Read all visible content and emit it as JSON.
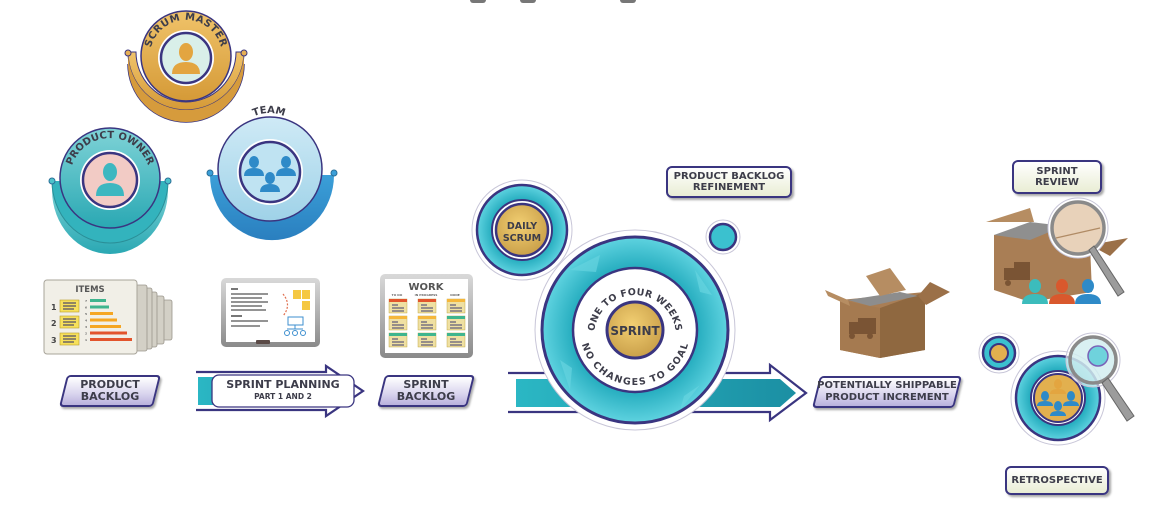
{
  "roles": {
    "scrum_master": "SCRUM MASTER",
    "product_owner": "PRODUCT OWNER",
    "team": "TEAM"
  },
  "product_backlog": {
    "board_title": "ITEMS",
    "item_numbers": [
      "1",
      "2",
      "3"
    ],
    "bar_ranks": [
      "7",
      "6",
      "5",
      "4",
      "3",
      "2",
      "1"
    ],
    "label_line1": "PRODUCT",
    "label_line2": "BACKLOG"
  },
  "sprint_planning": {
    "title": "SPRINT PLANNING",
    "subtitle": "PART 1 AND 2"
  },
  "sprint_backlog": {
    "board_title": "WORK",
    "columns": [
      "TO DO",
      "IN PROGRESS",
      "DONE"
    ],
    "label_line1": "SPRINT",
    "label_line2": "BACKLOG"
  },
  "daily_scrum": {
    "line1": "DAILY",
    "line2": "SCRUM"
  },
  "sprint": {
    "center": "SPRINT",
    "top_arc": "ONE TO FOUR WEEKS",
    "bottom_arc": "NO CHANGES TO GOAL"
  },
  "refinement": {
    "line1": "PRODUCT BACKLOG",
    "line2": "REFINEMENT"
  },
  "increment": {
    "line1": "POTENTIALLY SHIPPABLE",
    "line2": "PRODUCT INCREMENT"
  },
  "sprint_review": {
    "line1": "SPRINT",
    "line2": "REVIEW"
  },
  "retrospective": {
    "label": "RETROSPECTIVE"
  },
  "colors": {
    "navy": "#3a3580",
    "teal": "#27b7c8",
    "gold": "#e2b04f",
    "box_brown": "#a97e55",
    "text_dark": "#3d3d4a"
  }
}
